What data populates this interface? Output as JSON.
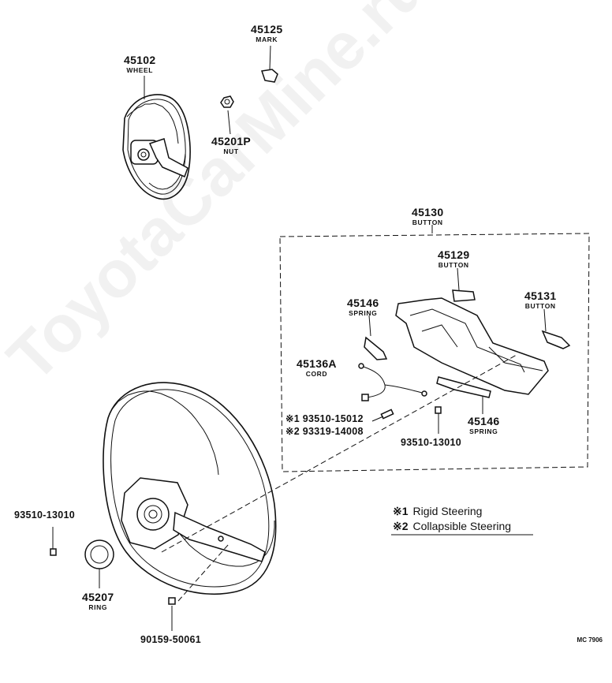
{
  "parts": {
    "p45125": {
      "number": "45125",
      "name": "MARK"
    },
    "p45102": {
      "number": "45102",
      "name": "WHEEL"
    },
    "p45201p": {
      "number": "45201P",
      "name": "NUT"
    },
    "p45130": {
      "number": "45130",
      "name": "BUTTON"
    },
    "p45129": {
      "number": "45129",
      "name": "BUTTON"
    },
    "p45131": {
      "number": "45131",
      "name": "BUTTON"
    },
    "p45146a": {
      "number": "45146",
      "name": "SPRING"
    },
    "p45146b": {
      "number": "45146",
      "name": "SPRING"
    },
    "p45136a": {
      "number": "45136A",
      "name": "CORD"
    },
    "bolt1": {
      "number": "※1 93510-15012"
    },
    "bolt2": {
      "number": "※2 93319-14008"
    },
    "screw_inner": {
      "number": "93510-13010"
    },
    "screw_outer": {
      "number": "93510-13010"
    },
    "p45207": {
      "number": "45207",
      "name": "RING"
    },
    "p90159": {
      "number": "90159-50061"
    }
  },
  "legend": [
    {
      "mark": "※1",
      "text": "Rigid Steering"
    },
    {
      "mark": "※2",
      "text": "Collapsible Steering"
    }
  ],
  "watermark": "ToyotaCarMine.ru",
  "drawing_code": "MC 7906"
}
